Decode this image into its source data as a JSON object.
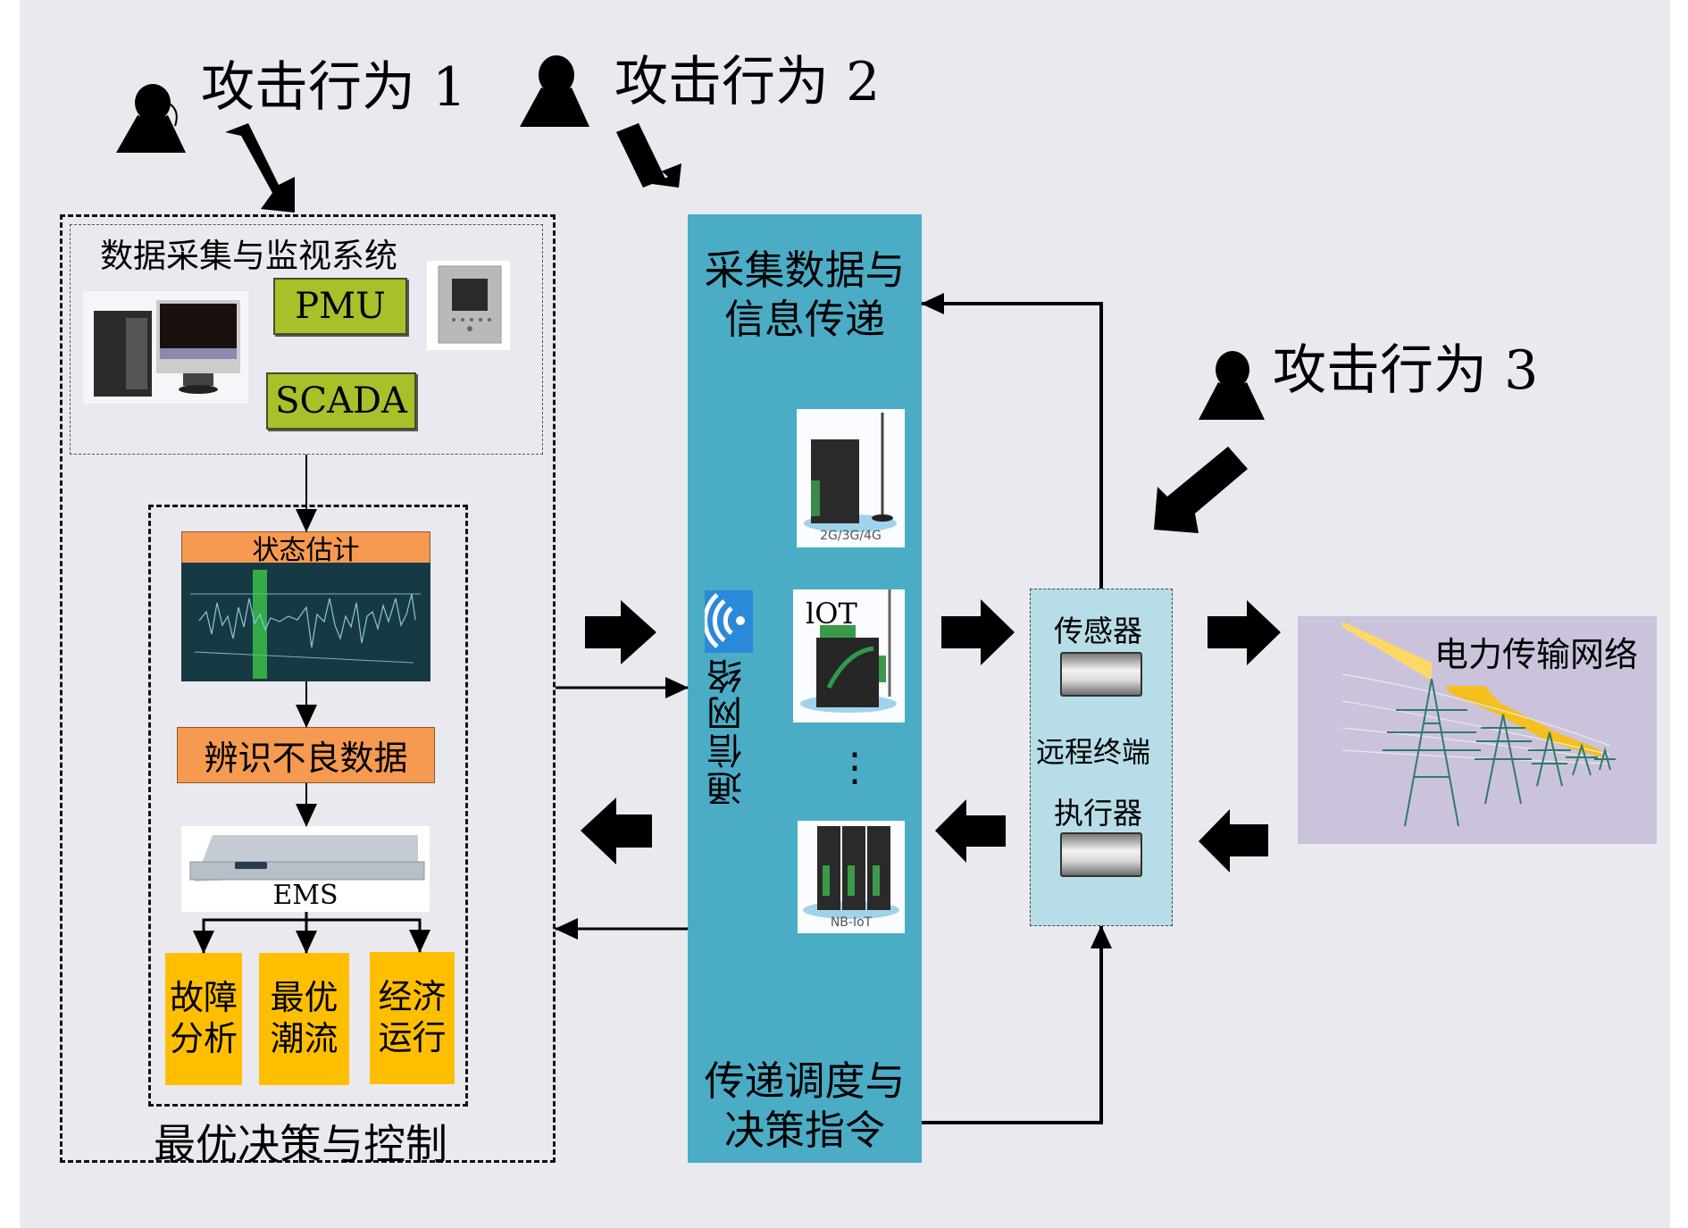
{
  "attackers": [
    {
      "label": "攻击行为 1"
    },
    {
      "label": "攻击行为 2"
    },
    {
      "label": "攻击行为 3"
    }
  ],
  "scada": {
    "title": "数据采集与监视系统",
    "pmu_label": "PMU",
    "scada_label": "SCADA"
  },
  "decision": {
    "state_estimation": "状态估计",
    "bad_data": "辨识不良数据",
    "ems_label": "EMS",
    "apps": [
      {
        "line1": "故障",
        "line2": "分析"
      },
      {
        "line1": "最优",
        "line2": "潮流"
      },
      {
        "line1": "经济",
        "line2": "运行"
      }
    ],
    "group_label": "最优决策与控制"
  },
  "comm": {
    "top_line1": "采集数据与",
    "top_line2": "信息传递",
    "vertical_label": "通信网络",
    "devices": [
      {
        "caption": "2G/3G/4G"
      },
      {
        "caption": "lOT"
      },
      {
        "caption": "NB-IoT"
      }
    ],
    "ellipsis": "⋮",
    "bottom_line1": "传递调度与",
    "bottom_line2": "决策指令"
  },
  "rtu": {
    "sensor": "传感器",
    "terminal": "远程终端",
    "actuator": "执行器"
  },
  "power": {
    "label": "电力传输网络"
  },
  "colors": {
    "background": "#ebe9f0",
    "comm_blue": "#4bacc6",
    "olive": "#a8c02a",
    "orange": "#f59a50",
    "gold": "#ffbf00",
    "rtu_blue": "#b7dde8",
    "power_lavender": "#cbc3dc"
  }
}
